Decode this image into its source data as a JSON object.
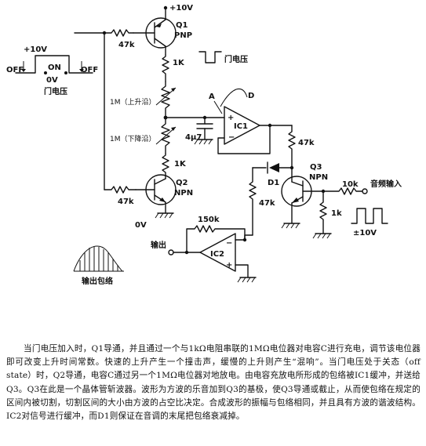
{
  "diagram": {
    "labels": {
      "vcc_q1": "+10V",
      "q1_name": "Q1",
      "q1_type": "PNP",
      "r_47k_q1": "47k",
      "r_1k_q1": "1K",
      "gate_label_right": "门电压",
      "gate_plus": "+10V",
      "gate_off_left": "OFF",
      "gate_on": "ON",
      "gate_off_right": "OFF",
      "gate_zero": "0V",
      "gate_label_left": "门电压",
      "pot_rise": "1M（上升沿）",
      "pot_fall": "1M（下降沿）",
      "node_a": "A",
      "node_d": "D",
      "ic1": "IC1",
      "cap_value": "4μ7",
      "r_47k_ic1": "47k",
      "r_1k_q2": "1K",
      "q2_name": "Q2",
      "q2_type": "NPN",
      "r_47k_q2": "47k",
      "zero_v": "0V",
      "d1": "D1",
      "r_47k_d1": "47k",
      "q3_name": "Q3",
      "q3_type": "NPN",
      "r_10k": "10k",
      "audio_in": "音频输入",
      "r_1k_q3": "1k",
      "audio_amp": "±10V",
      "r_150k": "150k",
      "output": "输出",
      "ic2": "IC2",
      "envelope": "输出包络"
    }
  },
  "description": "当门电压加入时，Q1导通，并且通过一个与1kΩ电阻串联的1MΩ电位器对电容C进行充电，调节该电位器即可改变上升时间常数。快速的上升产生一个撞击声，缓慢的上升则产生“混响”。当门电压处于关态（off state）时，Q2导通，电容C通过另一个1MΩ电位器对地放电。由电容充放电所形成的包络被IC1缓冲，并送给Q3。Q3在此是一个晶体管斩波器。波形为方波的乐音加到Q3的基极，使Q3导通或截止，从而使包络在规定的区间内被切割，切割区间的大小由方波的占空比决定。合成波形的振幅与包络相同，并且具有方波的谐波结构。IC2对信号进行缓冲，而D1则保证在音调的末尾把包络衰减掉。",
  "colors": {
    "ink": "#111111",
    "paper": "#ffffff"
  }
}
